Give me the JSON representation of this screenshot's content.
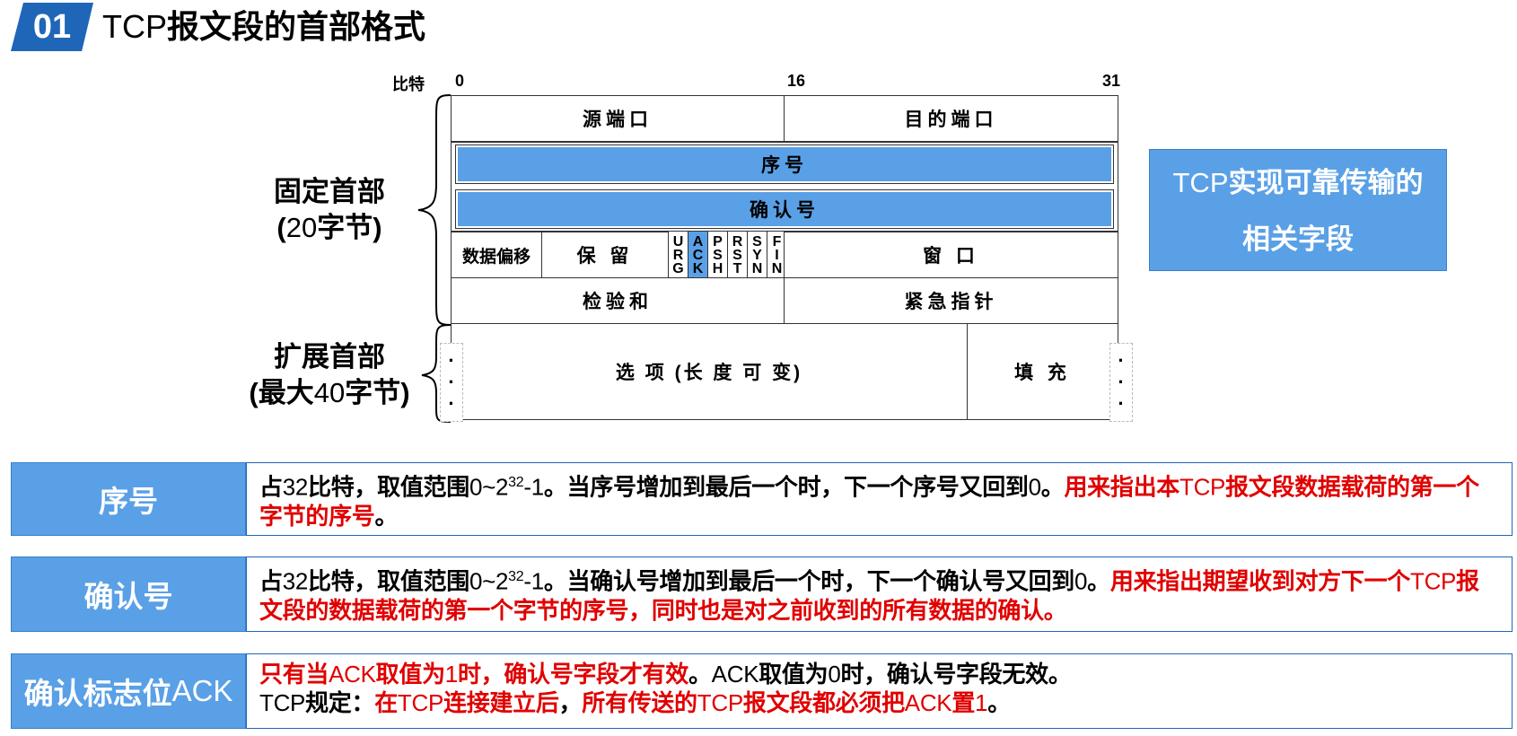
{
  "header": {
    "badge": "01",
    "title_prefix": "TCP",
    "title_rest": "报文段的首部格式"
  },
  "diagram": {
    "bit_label": "比特",
    "bit_marks": [
      "0",
      "16",
      "31"
    ],
    "fields": {
      "src_port": "源端口",
      "dst_port": "目的端口",
      "seq": "序号",
      "ack_num": "确认号",
      "data_offset": "数据偏移",
      "reserved": "保 留",
      "window": "窗 口",
      "checksum": "检验和",
      "urgent_ptr": "紧急指针",
      "options": "选 项 (长 度 可 变)",
      "padding": "填 充"
    },
    "flags": [
      [
        "U",
        "R",
        "G"
      ],
      [
        "A",
        "C",
        "K"
      ],
      [
        "P",
        "S",
        "H"
      ],
      [
        "R",
        "S",
        "T"
      ],
      [
        "S",
        "Y",
        "N"
      ],
      [
        "F",
        "I",
        "N"
      ]
    ],
    "fixed_header": {
      "line1": "固定首部",
      "line2_open": "(",
      "line2_num": "20",
      "line2_rest": "字节)"
    },
    "ext_header": {
      "line1": "扩展首部",
      "line2_open": "(最大",
      "line2_num": "40",
      "line2_rest": "字节)"
    },
    "side_box": {
      "prefix": "TCP",
      "line1_rest": "实现可靠传输的",
      "line2": "相关字段"
    }
  },
  "rows": [
    {
      "label": "序号",
      "t1": "占",
      "t2": "32",
      "t3": "比特，取值范围",
      "t4": "0~2",
      "t5": "32",
      "t6": "-1",
      "t7": "。当序号增加到最后一个时，下一个序号又回到",
      "t8": "0",
      "t9": "。",
      "r1": "用来指出本",
      "r2": "TCP",
      "r3": "报文段数据载荷的第一个字节的序号",
      "t10": "。"
    },
    {
      "label": "确认号",
      "t1": "占",
      "t2": "32",
      "t3": "比特，取值范围",
      "t4": "0~2",
      "t5": "32",
      "t6": "-1",
      "t7": "。当确认号增加到最后一个时，下一个确认号又回到",
      "t8": "0",
      "t9": "。",
      "r1": "用来指出期望收到对方下一个",
      "r2": "TCP",
      "r3": "报文段的数据载荷的第一个字节的序号，同时也是对之前收到的所有数据的确认。"
    },
    {
      "label_bold": "确认标志位",
      "label_normal": "ACK",
      "a1": "只有当",
      "a2": "ACK",
      "a3": "取值为",
      "a4": "1",
      "a5": "时，确认号字段才有效",
      "a6": "。",
      "a7": "ACK",
      "a8": "取值为",
      "a9": "0",
      "a10": "时，确认号字段无效。",
      "b1": "TCP",
      "b2": "规定：",
      "b3": "在",
      "b4": "TCP",
      "b5": "连接建立后",
      "b6": "，",
      "b7": "所有传送的",
      "b8": "TCP",
      "b9": "报文段都必须把",
      "b10": "ACK",
      "b11": "置",
      "b12": "1",
      "b13": "。"
    }
  ],
  "colors": {
    "badge": "#1f66b8",
    "highlight": "#5aa0e6",
    "red": "#e00000"
  }
}
